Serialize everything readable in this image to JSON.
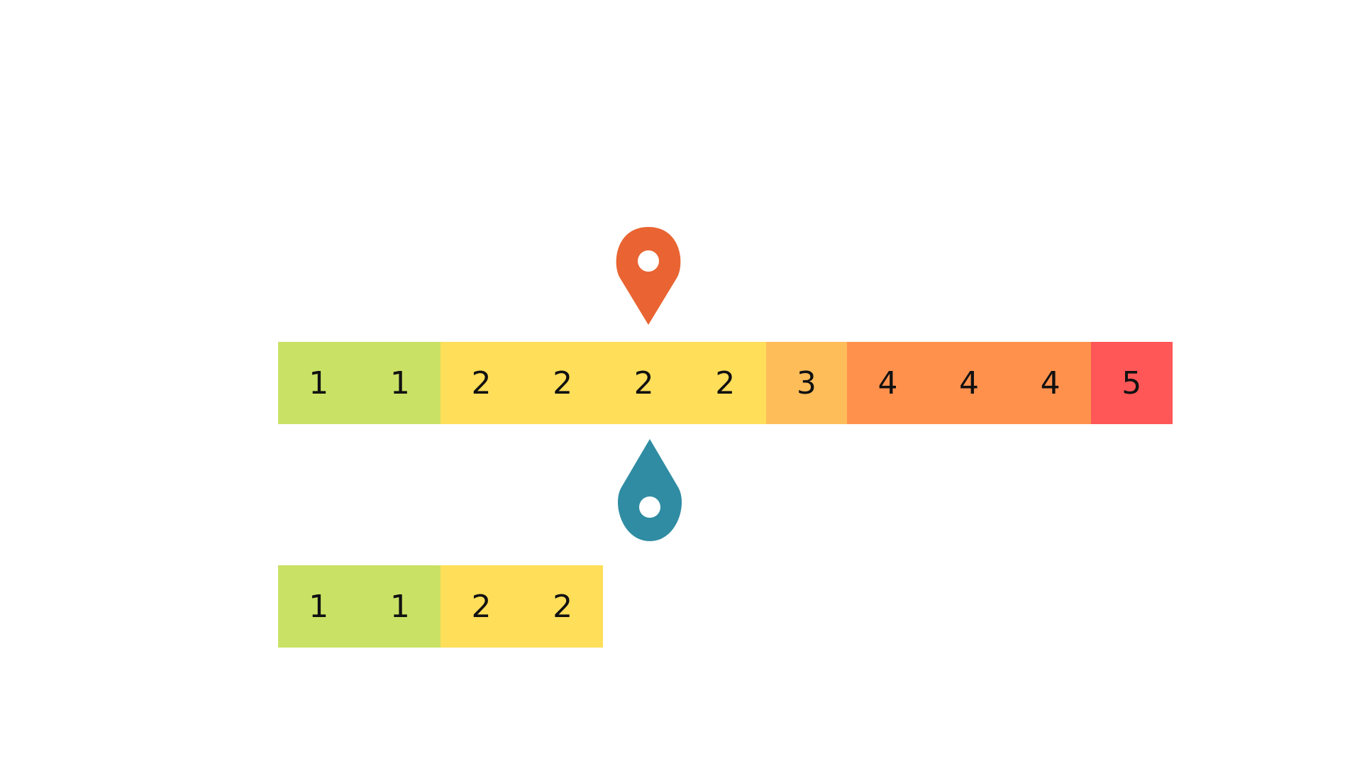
{
  "main_array": {
    "cells": [
      {
        "value": "1",
        "color": "#c9e265"
      },
      {
        "value": "1",
        "color": "#c9e265"
      },
      {
        "value": "2",
        "color": "#ffde59"
      },
      {
        "value": "2",
        "color": "#ffde59"
      },
      {
        "value": "2",
        "color": "#ffde59"
      },
      {
        "value": "2",
        "color": "#ffde59"
      },
      {
        "value": "3",
        "color": "#ffbd59"
      },
      {
        "value": "4",
        "color": "#ff914d"
      },
      {
        "value": "4",
        "color": "#ff914d"
      },
      {
        "value": "4",
        "color": "#ff914d"
      },
      {
        "value": "5",
        "color": "#ff5757"
      }
    ]
  },
  "sub_array": {
    "cells": [
      {
        "value": "1",
        "color": "#c9e265"
      },
      {
        "value": "1",
        "color": "#c9e265"
      },
      {
        "value": "2",
        "color": "#ffde59"
      },
      {
        "value": "2",
        "color": "#ffde59"
      }
    ]
  },
  "markers": {
    "top": {
      "icon": "map-pin-icon",
      "color": "#e96432"
    },
    "bottom": {
      "icon": "map-pin-inverted-icon",
      "color": "#2f8ca3"
    }
  }
}
